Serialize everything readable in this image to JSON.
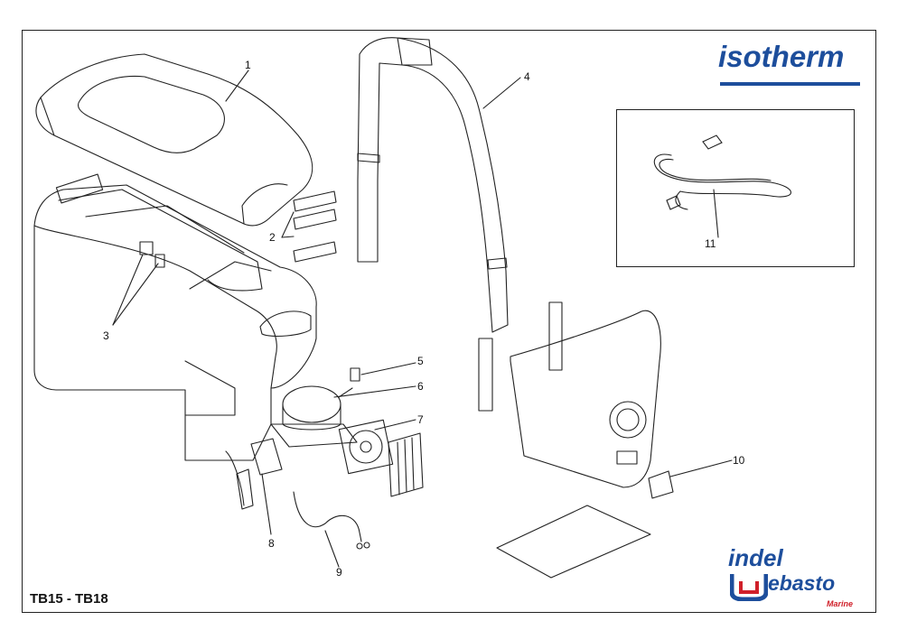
{
  "model": "TB15 - TB18",
  "brand": {
    "top": "isotherm",
    "bottom_line1": "indel",
    "bottom_line2": "ebasto",
    "bottom_line3": "Marine"
  },
  "colors": {
    "brand_blue": "#1d4e9c",
    "brand_red": "#d0202a",
    "line": "#222222"
  },
  "callouts": {
    "c1": "1",
    "c2": "2",
    "c3": "3",
    "c4": "4",
    "c5": "5",
    "c6": "6",
    "c7": "7",
    "c8": "8",
    "c9": "9",
    "c10": "10",
    "c11": "11"
  }
}
